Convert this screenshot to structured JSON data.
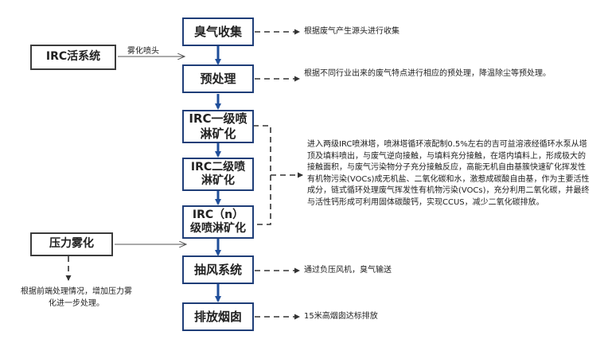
{
  "steps": {
    "collect": "臭气收集",
    "pretreat": "预处理",
    "spray1": "IRC一级喷淋矿化",
    "spray2": "IRC二级喷淋矿化",
    "sprayn": "IRC（n）级喷淋矿化",
    "fan": "抽风系统",
    "chimney": "排放烟囱"
  },
  "side": {
    "irc_system": "IRC活系统",
    "mist_label": "雾化喷头",
    "pressure": "压力雾化",
    "pressure_note": "根据前端处理情况，增加压力雾化进一步处理。"
  },
  "notes": {
    "collect": "根据废气产生源头进行收集",
    "pretreat": "根据不同行业出来的废气特点进行相应的预处理，降温除尘等预处理。",
    "spray": "进入两级IRC喷淋塔，喷淋塔循环液配制0.5%左右的吉可益溶液经循环水泵从塔顶及填料喷出，与废气逆向接触，与填料充分接触，在塔内填料上，形成极大的接触面积，与废气污染物分子充分接触反应，高能无机自由基簇快速矿化挥发性有机物污染(VOCs)成无机盐、二氧化碳和水，激惹成碳酸自由基，作为主要活性成分，链式循环处理废气挥发性有机物污染(VOCs)，充分利用二氧化碳，并最终与活性钙形成可利用固体碳酸钙，实现CCUS，减少二氧化碳排放。",
    "fan": "通过负压风机，臭气输送",
    "chimney": "15米高烟囱达标排放"
  },
  "colors": {
    "box_border": "#1f3e78",
    "arrow": "#1f4e9a",
    "dash": "#333333"
  }
}
